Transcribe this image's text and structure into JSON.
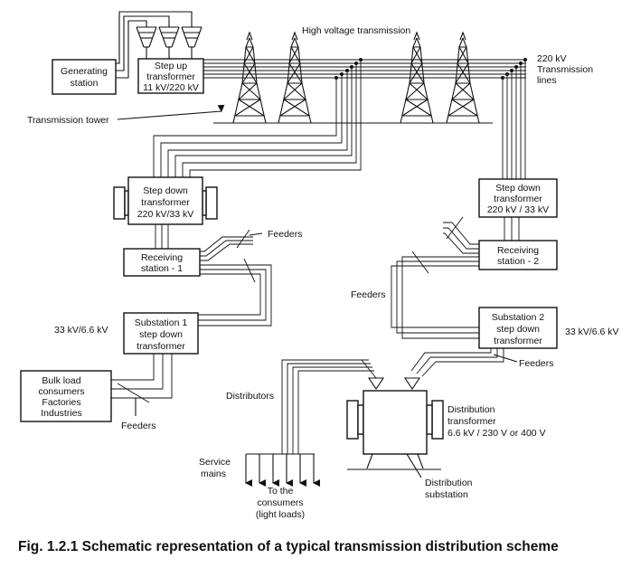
{
  "labels": {
    "generating_station": [
      "Generating",
      "station"
    ],
    "step_up_transformer": [
      "Step up",
      "transformer",
      "11 kV/220 kV"
    ],
    "high_voltage_transmission": "High voltage transmission",
    "transmission_lines": [
      "220 kV",
      "Transmission",
      "lines"
    ],
    "transmission_tower": "Transmission tower",
    "step_down_transformer_1": [
      "Step down",
      "transformer",
      "220 kV/33 kV"
    ],
    "step_down_transformer_2": [
      "Step down",
      "transformer",
      "220 kV / 33 kV"
    ],
    "receiving_station_1": [
      "Receiving",
      "station - 1"
    ],
    "receiving_station_2": [
      "Receiving",
      "station - 2"
    ],
    "feeders_top": "Feeders",
    "feeders_left": "Feeders",
    "feeders_bottom": "Feeders",
    "feeders_right": "Feeders",
    "voltage_left": "33 kV/6.6 kV",
    "voltage_right": "33 kV/6.6 kV",
    "substation_1": [
      "Substation 1",
      "step down",
      "transformer"
    ],
    "substation_2": [
      "Substation 2",
      "step down",
      "transformer"
    ],
    "bulk_load": [
      "Bulk load",
      "consumers",
      "Factories",
      "Industries"
    ],
    "distributors": "Distributors",
    "service_mains": [
      "Service",
      "mains"
    ],
    "consumers": [
      "To the",
      "consumers",
      "(light loads)"
    ],
    "distribution_transformer": [
      "Distribution",
      "transformer",
      "6.6 kV / 230 V or 400 V"
    ],
    "distribution_substation": [
      "Distribution",
      "substation"
    ]
  },
  "caption": "Fig. 1.2.1 Schematic representation of a typical transmission distribution scheme"
}
